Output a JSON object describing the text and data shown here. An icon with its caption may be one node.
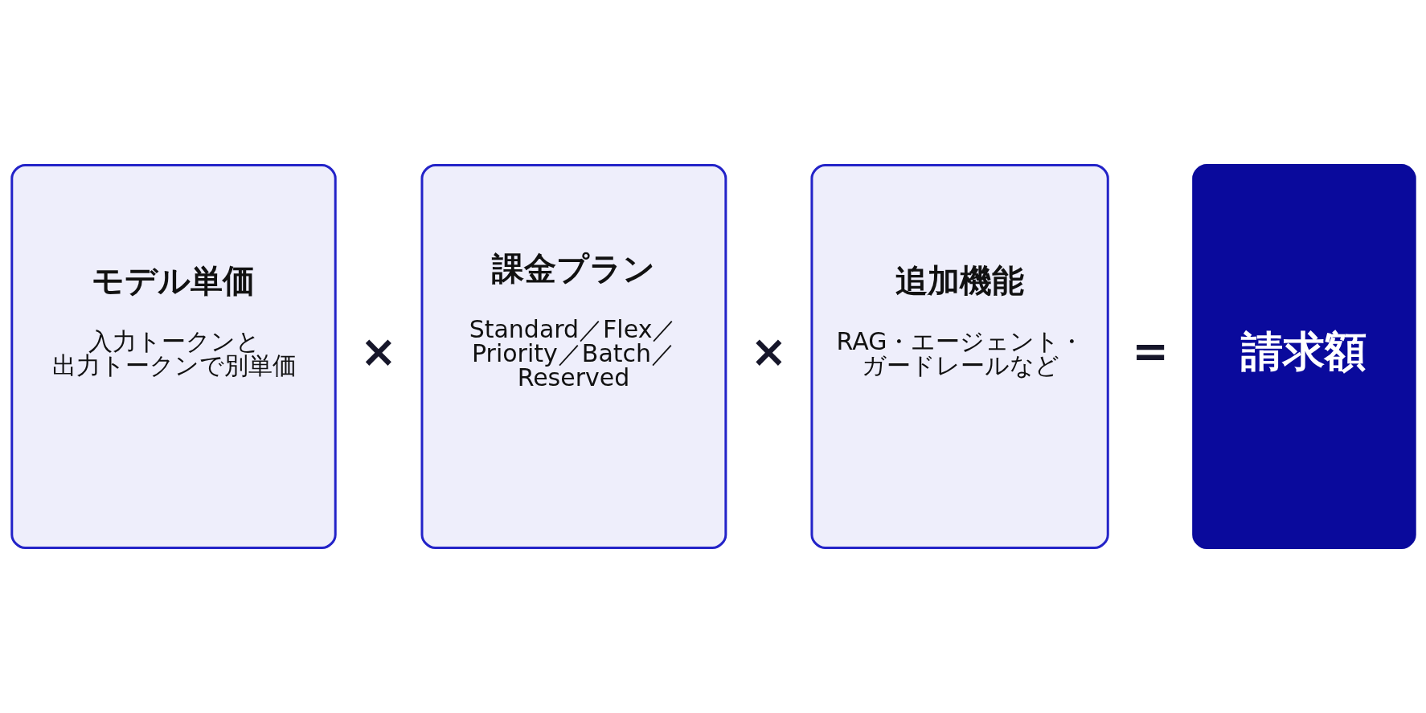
{
  "diagram": {
    "nodes": [
      {
        "text": [
          "モデル単価",
          "入力トークンと出力トークンで別単価"
        ]
      },
      {
        "text": [
          "課金プラン",
          "Standard／Flex／Priority／Batch／Reserved"
        ]
      },
      {
        "text": [
          "追加機能",
          "RAG・エージェント・ガードレールなど"
        ]
      },
      {
        "text": [
          "請求額"
        ]
      }
    ],
    "labels": [
      "×",
      "×",
      "="
    ]
  }
}
